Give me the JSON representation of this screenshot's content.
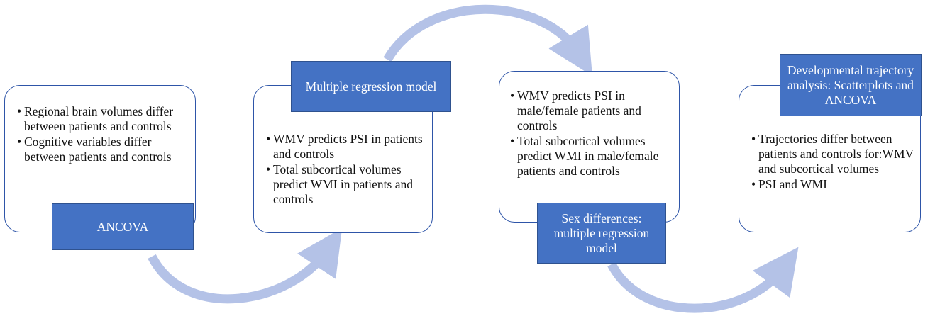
{
  "colors": {
    "box_border": "#2E55A8",
    "label_fill": "#4472C4",
    "label_border": "#2F528F",
    "label_text": "#FFFFFF",
    "arrow": "#B4C2E7"
  },
  "stages": [
    {
      "label": "ANCOVA",
      "bullets": [
        "Regional brain volumes differ between patients and controls",
        "Cognitive variables differ between patients and controls"
      ]
    },
    {
      "label": "Multiple regression model",
      "bullets": [
        "WMV predicts PSI in patients and controls",
        "Total subcortical volumes predict WMI in patients and controls"
      ]
    },
    {
      "label": "Sex differences: multiple regression model",
      "bullets": [
        "WMV predicts PSI in male/female patients and controls",
        "Total subcortical volumes predict WMI in male/female patients and controls"
      ]
    },
    {
      "label": "Developmental trajectory analysis: Scatterplots and ANCOVA",
      "bullets": [
        "Trajectories differ between patients and controls for:WMV and subcortical volumes",
        "PSI and WMI"
      ]
    }
  ]
}
